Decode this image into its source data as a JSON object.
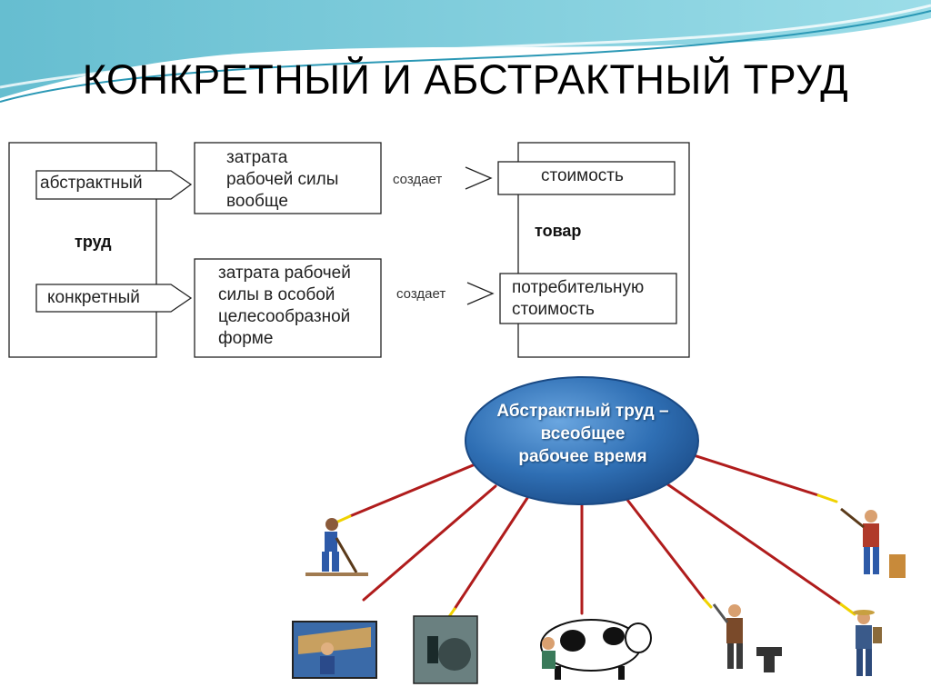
{
  "title": "КОНКРЕТНЫЙ И АБСТРАКТНЫЙ ТРУД",
  "diagram": {
    "labor_label": "труд",
    "abstract_label": "абстрактный",
    "concrete_label": "конкретный",
    "abstract_desc": [
      "затрата",
      "рабочей силы",
      "вообще"
    ],
    "concrete_desc": [
      "затрата рабочей",
      "силы в особой",
      "целесообразной",
      "форме"
    ],
    "creates_1": "создает",
    "creates_2": "создает",
    "goods_label": "товар",
    "value_label": "стоимость",
    "use_value_label": [
      "потребительную",
      "стоимость"
    ]
  },
  "illustration": {
    "bubble_lines": [
      "Абстрактный труд –",
      "всеобщее",
      "рабочее время"
    ]
  },
  "colors": {
    "bubble": "#2f6fb4",
    "spoke": "#b01c1c",
    "spoke_tip": "#f0d200",
    "wave": "#5fc3d6"
  }
}
